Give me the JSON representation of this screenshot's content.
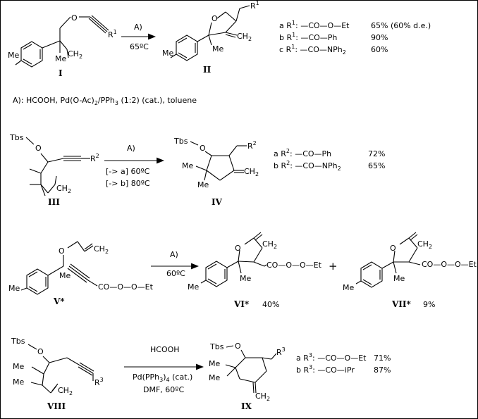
{
  "scheme1": {
    "label_start": "I",
    "label_product": "II",
    "cond_top": "A)",
    "cond_bottom": "65ºC",
    "sub_R": "R",
    "sub_1": "1",
    "atoms": {
      "me_aryl": "Me",
      "me_c": "Me",
      "ch2": "CH",
      "ch2_sub": "2",
      "ch2b": "CH",
      "ch2b_sub": "2",
      "o": "O",
      "o2": "O",
      "me_aryl2": "Me",
      "me_c2": "Me"
    },
    "results": [
      {
        "letter": "a",
        "sub": "R",
        "sup": "1",
        "group": ": —CO—O—Et",
        "yield": "65% (60% d.e.)"
      },
      {
        "letter": "b",
        "sub": "R",
        "sup": "1",
        "group": ": —CO—Ph",
        "yield": "90%"
      },
      {
        "letter": "c",
        "sub": "R",
        "sup": "1",
        "group": ": —CO—NPh",
        "group_sub": "2",
        "yield": "60%"
      }
    ]
  },
  "conditions_A": {
    "pre": "A): HCOOH, Pd(O-Ac)",
    "sub2": "2",
    "mid": "/PPh",
    "sub3": "3",
    "post": " (1:2) (cat.), toluene"
  },
  "scheme2": {
    "label_start": "III",
    "label_product": "IV",
    "cond_top": "A)",
    "cond_a": "[-> a] 60ºC",
    "cond_b": "[-> b] 80ºC",
    "atoms": {
      "tbs": "Tbs",
      "o": "O",
      "r": "R",
      "r_sup": "2",
      "ch2": "CH",
      "ch2_sub": "2",
      "tbs2": "Tbs",
      "o2": "O",
      "r2": "R",
      "r2_sup": "2",
      "me1": "Me",
      "me2": "Me",
      "ch2b": "CH",
      "ch2b_sub": "2"
    },
    "results": [
      {
        "letter": "a",
        "sub": "R",
        "sup": "2",
        "group": ": —CO—Ph",
        "yield": "72%"
      },
      {
        "letter": "b",
        "sub": "R",
        "sup": "2",
        "group": ": —CO—NPh",
        "group_sub": "2",
        "yield": "65%"
      }
    ]
  },
  "scheme3": {
    "label_start": "V*",
    "label_p1": "VI*",
    "label_p2": "VII*",
    "yield_p1": "40%",
    "yield_p2": "9%",
    "plus": "+",
    "cond_top": "A)",
    "cond_bottom": "60ºC",
    "atoms": {
      "o": "O",
      "ch2": "CH",
      "ch2_sub": "2",
      "me": "Me",
      "me_ar": "Me",
      "ester": "CO—O—O—Et",
      "o2": "O",
      "ch2b": "CH",
      "ch2b_sub": "2",
      "ester2": "CO—O—O—Et",
      "me_ar2": "Me",
      "me2": "Me",
      "o3": "O",
      "ch2c": "CH",
      "ch2c_sub": "2",
      "ester3": "CO—O—O—Et",
      "me_ar3": "Me",
      "me3": "Me"
    }
  },
  "scheme4": {
    "label_start": "VIII",
    "label_product": "IX",
    "cond_top": "HCOOH",
    "cond_mid_pre": "Pd(PPh",
    "cond_mid_sub": "3",
    "cond_mid_post": ")",
    "cond_mid_sub2": "4",
    "cond_mid_tail": " (cat.)",
    "cond_bottom": "DMF,  60ºC",
    "atoms": {
      "tbs": "Tbs",
      "o": "O",
      "me1": "Me",
      "me2": "Me",
      "ch2": "CH",
      "ch2_sub": "2",
      "r": "R",
      "r_sup": "3",
      "tbs2": "Tbs",
      "o2": "O",
      "me3": "Me",
      "me4": "Me",
      "ch2b": "CH",
      "ch2b_sub": "2",
      "r2": "R",
      "r2_sup": "3"
    },
    "results": [
      {
        "letter": "a",
        "sub": "R",
        "sup": "3",
        "group": ": —CO—O—Et",
        "yield": "71%"
      },
      {
        "letter": "b",
        "sub": "R",
        "sup": "3",
        "group": ": —CO—iPr",
        "yield": "87%"
      }
    ]
  }
}
